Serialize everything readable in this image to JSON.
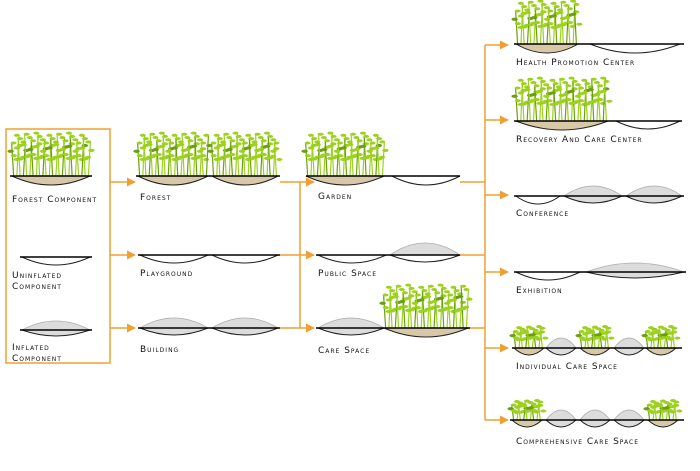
{
  "components": {
    "forest": "Forest Component",
    "uninflated": "Uninflated Component",
    "inflated": "Inflated Component"
  },
  "level1": {
    "forest": "Forest",
    "playground": "Playground",
    "building": "Building"
  },
  "level2": {
    "garden": "Garden",
    "public_space": "Public Space",
    "care_space": "Care Space"
  },
  "level3": {
    "health": "Health Promotion Center",
    "recovery": "Recovery And Care Center",
    "conference": "Conference",
    "exhibition": "Exhibition",
    "individual": "Individual Care Space",
    "comprehensive": "Comprehensive Care Space"
  },
  "colors": {
    "accent_orange": "#f0a030",
    "soil": "#d8c8a8",
    "dome": "#dcdcdc",
    "grass": "#9cd21e",
    "grass_dark": "#6aa010"
  }
}
